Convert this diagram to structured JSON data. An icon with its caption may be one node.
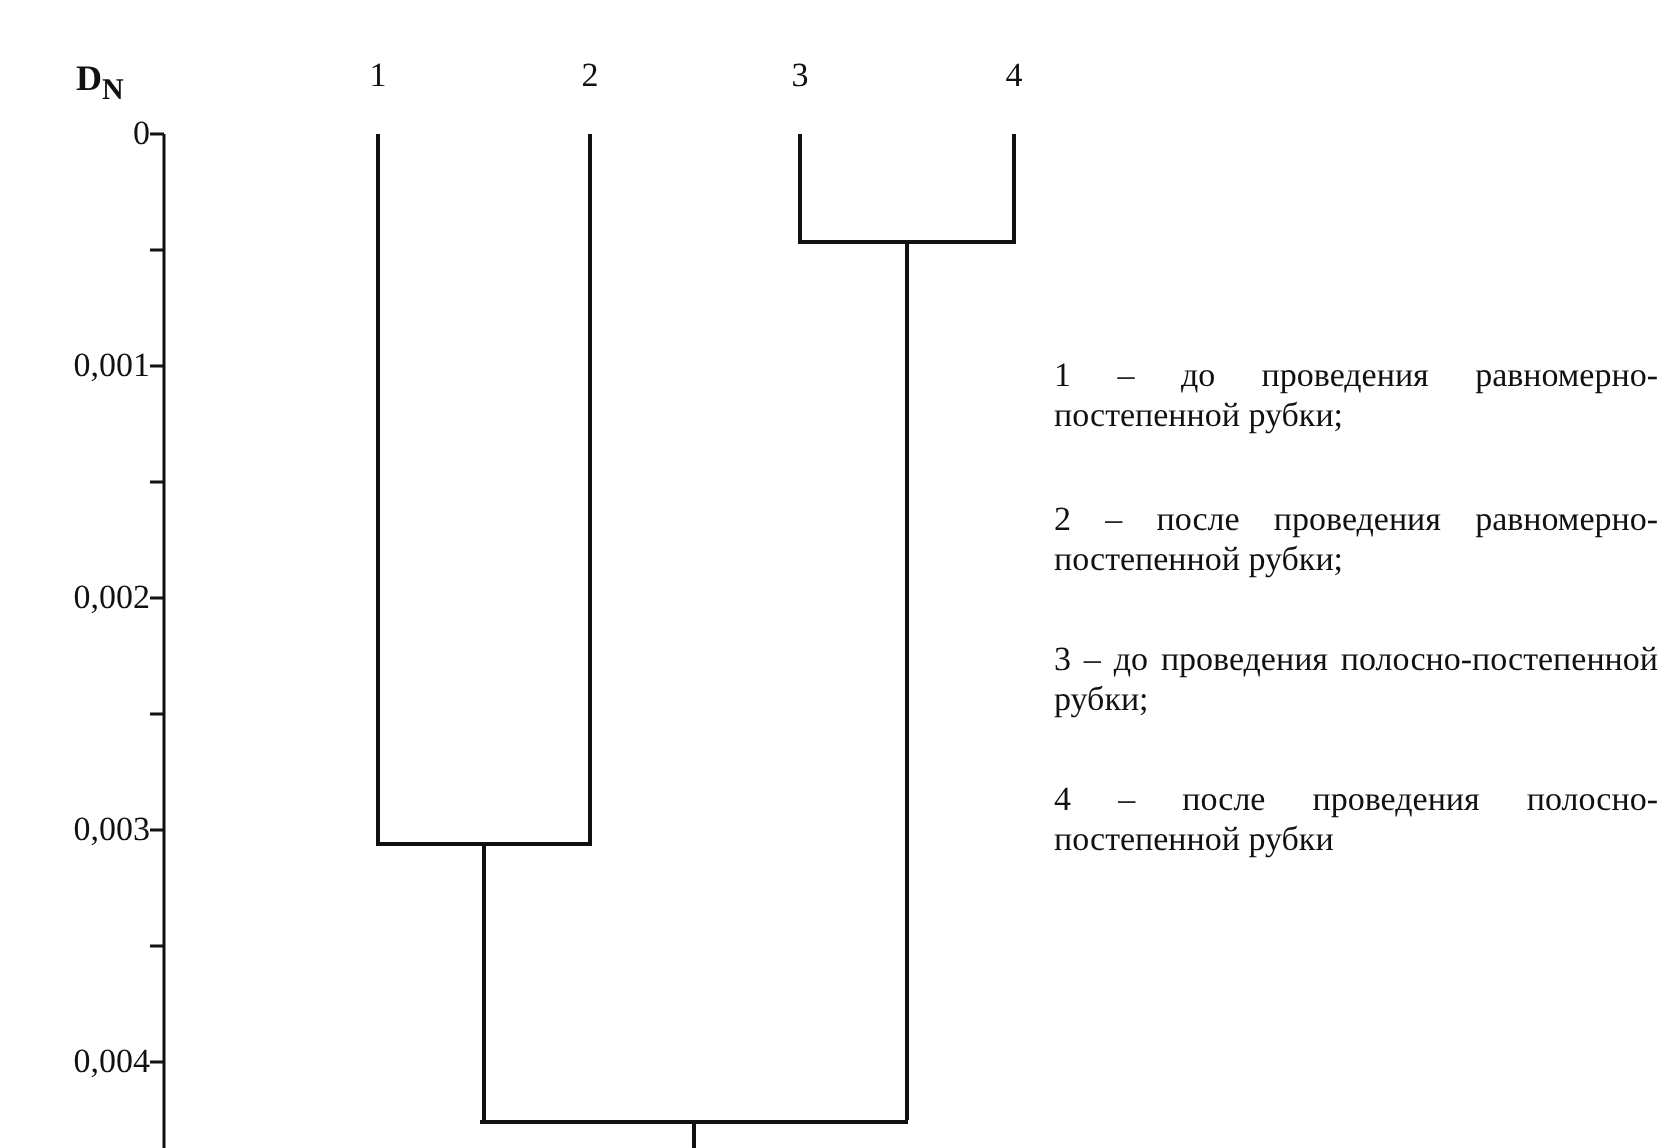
{
  "diagram": {
    "nodes": [
      {
        "text": [
          "1"
        ]
      },
      {
        "text": [
          "2"
        ]
      },
      {
        "text": [
          "3"
        ]
      },
      {
        "text": [
          "4"
        ]
      },
      {
        "text": [],
        "shape": "bar"
      },
      {
        "text": [],
        "shape": "bar"
      },
      {
        "text": [],
        "shape": "bar"
      }
    ],
    "edges": [
      {
        "from": 0,
        "to": 4,
        "arrow": "none"
      },
      {
        "from": 1,
        "to": 4,
        "arrow": "none"
      },
      {
        "from": 2,
        "to": 5,
        "arrow": "none"
      },
      {
        "from": 3,
        "to": 5,
        "arrow": "none"
      },
      {
        "from": 4,
        "to": 6,
        "arrow": "none"
      },
      {
        "from": 5,
        "to": 6,
        "arrow": "none"
      },
      {
        "from": 6,
        "to": null,
        "arrow": "none"
      }
    ],
    "labels": [
      "D$_{N}$",
      "0",
      "0,001",
      "0,002",
      "0,003",
      "0,004",
      "1 – до проведения равномерно-постепенной рубки;",
      "2 – после проведения равномерно-постепенной рубки;",
      "3 – до проведения полосно-постепенной рубки;",
      "4 – после проведения полосно-постепенной рубки"
    ]
  }
}
